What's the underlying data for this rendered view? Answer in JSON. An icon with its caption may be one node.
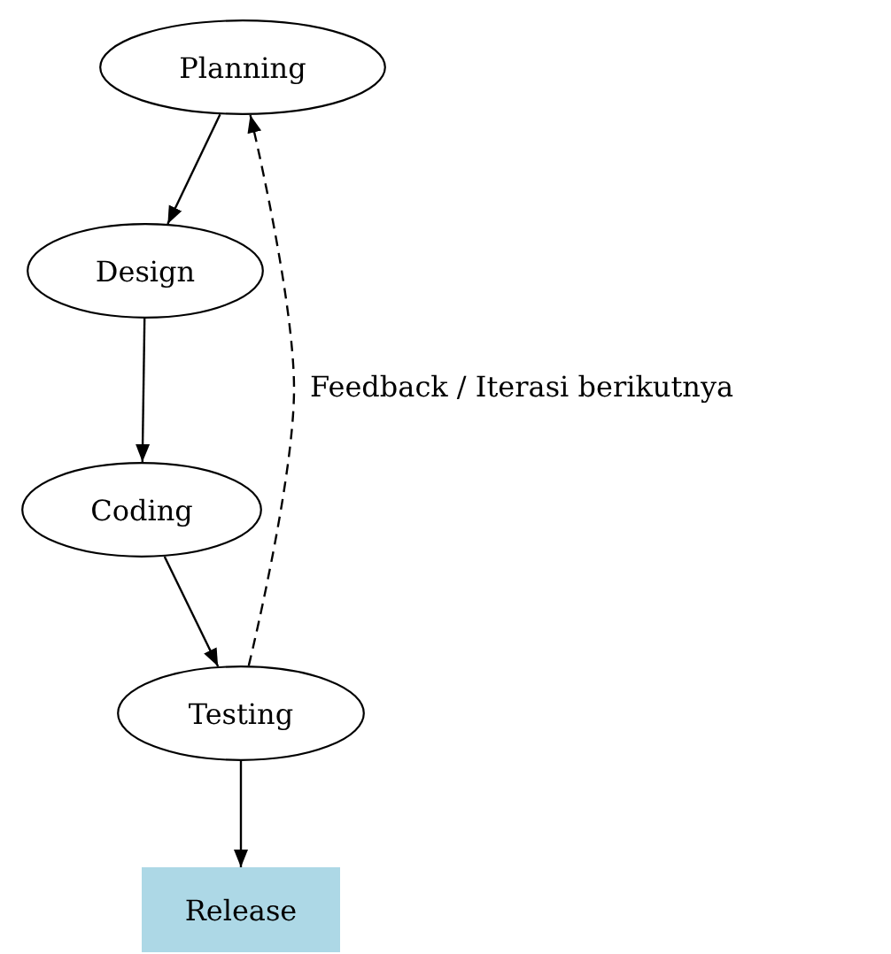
{
  "diagram": {
    "nodes": [
      {
        "text": [
          "Planning"
        ]
      },
      {
        "text": [
          "Design"
        ]
      },
      {
        "text": [
          "Coding"
        ]
      },
      {
        "text": [
          "Testing"
        ]
      },
      {
        "text": [
          "Release"
        ]
      }
    ],
    "edges": [
      {
        "from": 0,
        "to": 1,
        "arrow": "to"
      },
      {
        "from": 1,
        "to": 2,
        "arrow": "to"
      },
      {
        "from": 2,
        "to": 3,
        "arrow": "to"
      },
      {
        "from": 3,
        "to": 4,
        "arrow": "to"
      },
      {
        "from": 3,
        "to": 0,
        "arrow": "to",
        "style": "dashed",
        "label": "Feedback / Iterasi berikutnya"
      }
    ]
  }
}
